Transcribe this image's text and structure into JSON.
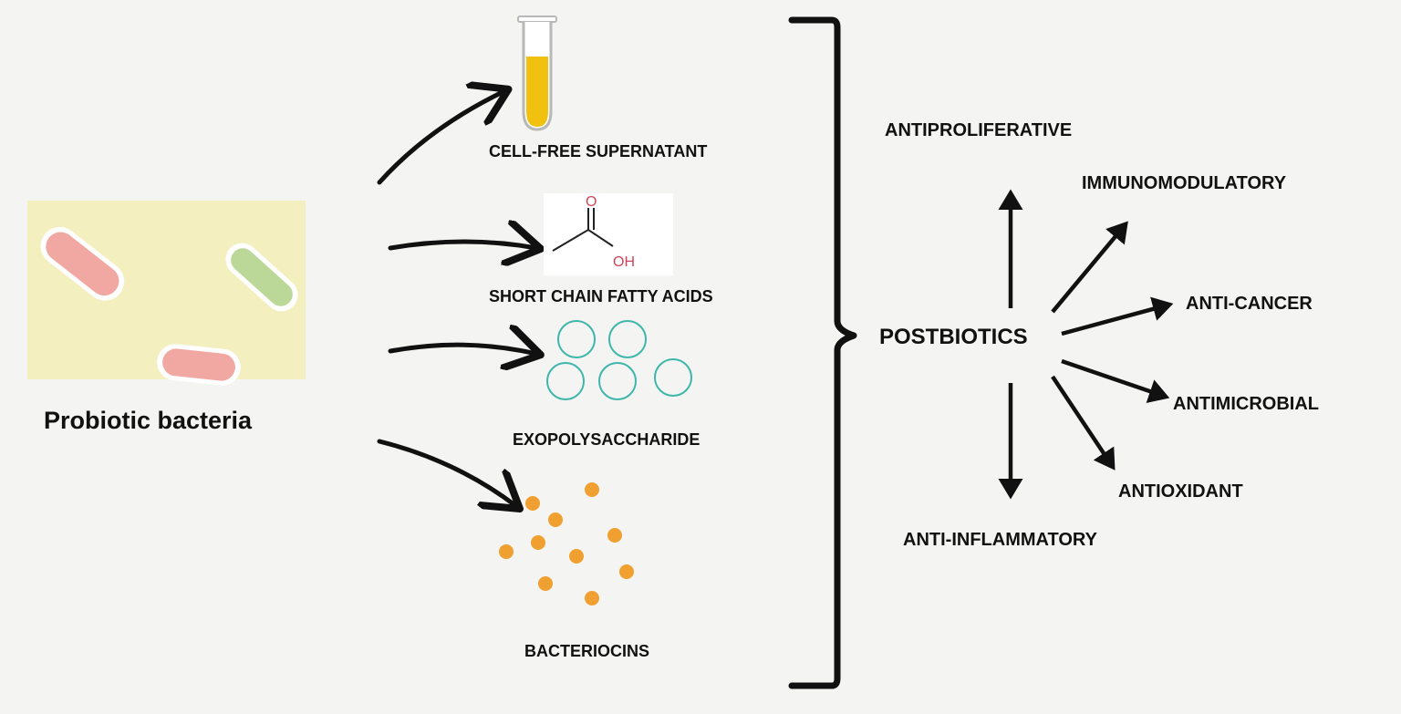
{
  "source": {
    "label": "Probiotic bacteria"
  },
  "products": [
    {
      "label": "CELL-FREE SUPERNATANT"
    },
    {
      "label": "SHORT CHAIN FATTY ACIDS"
    },
    {
      "label": "EXOPOLYSACCHARIDE"
    },
    {
      "label": "BACTERIOCINS"
    }
  ],
  "molecule": {
    "hydroxyl": "OH",
    "oxygen": "O"
  },
  "center": {
    "label": "POSTBIOTICS"
  },
  "effects": [
    {
      "label": "ANTIPROLIFERATIVE"
    },
    {
      "label": "IMMUNOMODULATORY"
    },
    {
      "label": "ANTI-CANCER"
    },
    {
      "label": "ANTIMICROBIAL"
    },
    {
      "label": "ANTIOXIDANT"
    },
    {
      "label": "ANTI-INFLAMMATORY"
    }
  ],
  "colors": {
    "panel": "#f4efbf",
    "bacterium_pink": "#f2a8a2",
    "bacterium_green": "#bcd898",
    "supernatant": "#f1c10f",
    "polysaccharide_ring": "#3fb6ac",
    "bacteriocin_dot": "#f0a030",
    "molecule_red": "#d0455a",
    "ink": "#111111"
  }
}
